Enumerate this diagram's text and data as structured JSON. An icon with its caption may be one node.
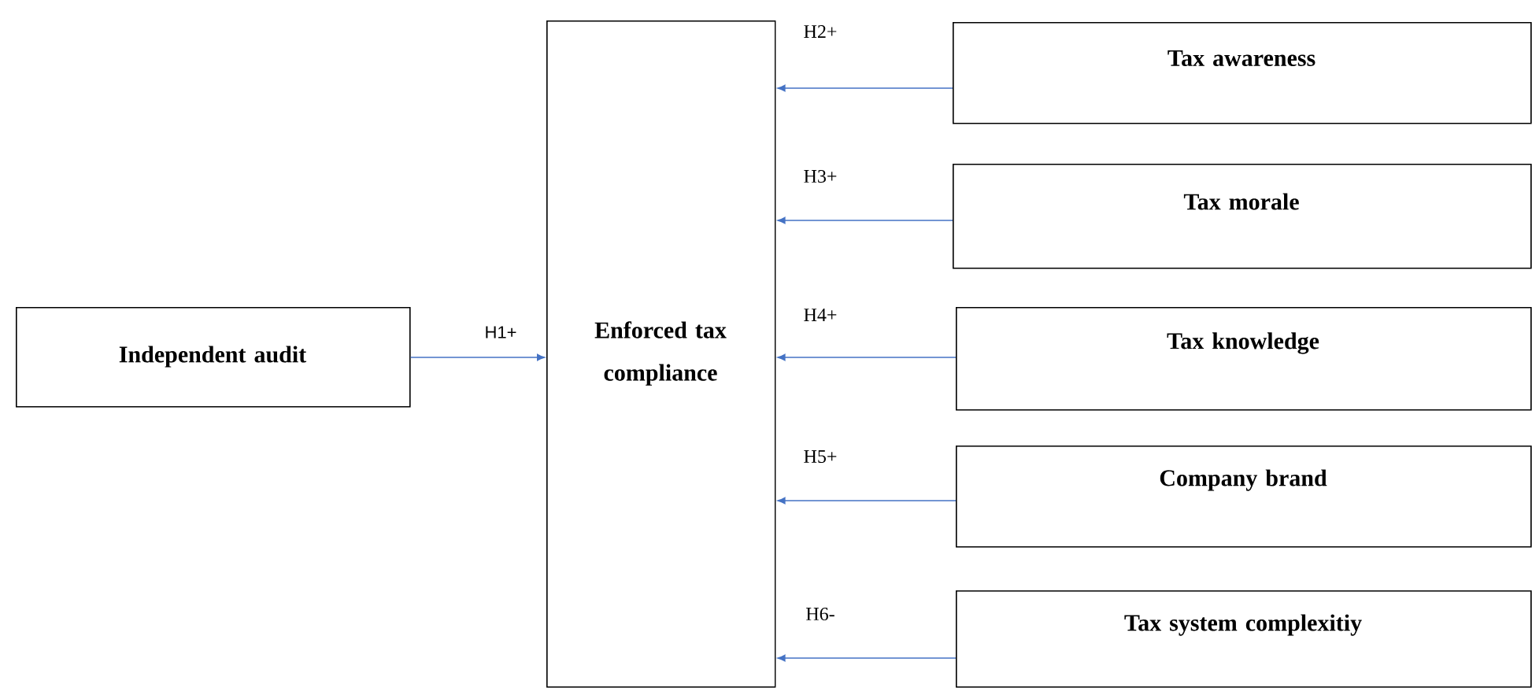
{
  "diagram": {
    "nodes": [
      {
        "text": [
          "Independent audit"
        ]
      },
      {
        "text": [
          "Enforced tax compliance"
        ]
      },
      {
        "text": [
          "Tax awareness"
        ]
      },
      {
        "text": [
          "Tax morale"
        ]
      },
      {
        "text": [
          "Tax knowledge"
        ]
      },
      {
        "text": [
          "Company brand"
        ]
      },
      {
        "text": [
          "Tax system complexitiy"
        ]
      }
    ],
    "edges": [
      {
        "from": 0,
        "to": 1,
        "arrow": "to",
        "label": "H1+"
      },
      {
        "from": 2,
        "to": 1,
        "arrow": "to",
        "label": "H2+"
      },
      {
        "from": 3,
        "to": 1,
        "arrow": "to",
        "label": "H3+"
      },
      {
        "from": 4,
        "to": 1,
        "arrow": "to",
        "label": "H4+"
      },
      {
        "from": 5,
        "to": 1,
        "arrow": "to",
        "label": "H5+"
      },
      {
        "from": 6,
        "to": 1,
        "arrow": "to",
        "label": "H6-"
      }
    ]
  }
}
